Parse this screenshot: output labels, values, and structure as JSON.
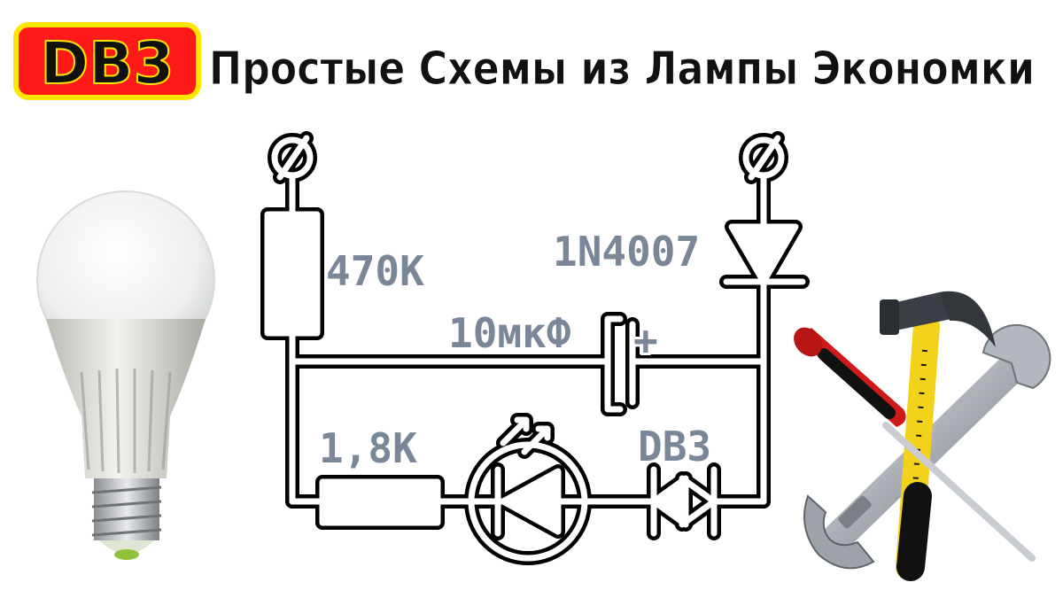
{
  "header": {
    "badge": "DB3",
    "title": "Простые Схемы из Лампы Экономки"
  },
  "circuit": {
    "resistor_top_label": "470K",
    "diode_label": "1N4007",
    "capacitor_label": "10мкФ",
    "capacitor_polarity": "+",
    "resistor_bottom_label": "1,8K",
    "dinistor_label": "DB3"
  },
  "colors": {
    "badge_fill": "#ff1a1a",
    "badge_text": "#111111",
    "badge_outline": "#ffe600",
    "wire": "#ffffff",
    "wire_outline": "#000000",
    "label_fill": "#7a8799",
    "handle_red": "#d01a1a",
    "handle_yellow": "#f2d21a",
    "metal": "#b9bec4"
  },
  "icons": {
    "left_image": "led-bulb-icon",
    "right_image": "tools-icon"
  }
}
